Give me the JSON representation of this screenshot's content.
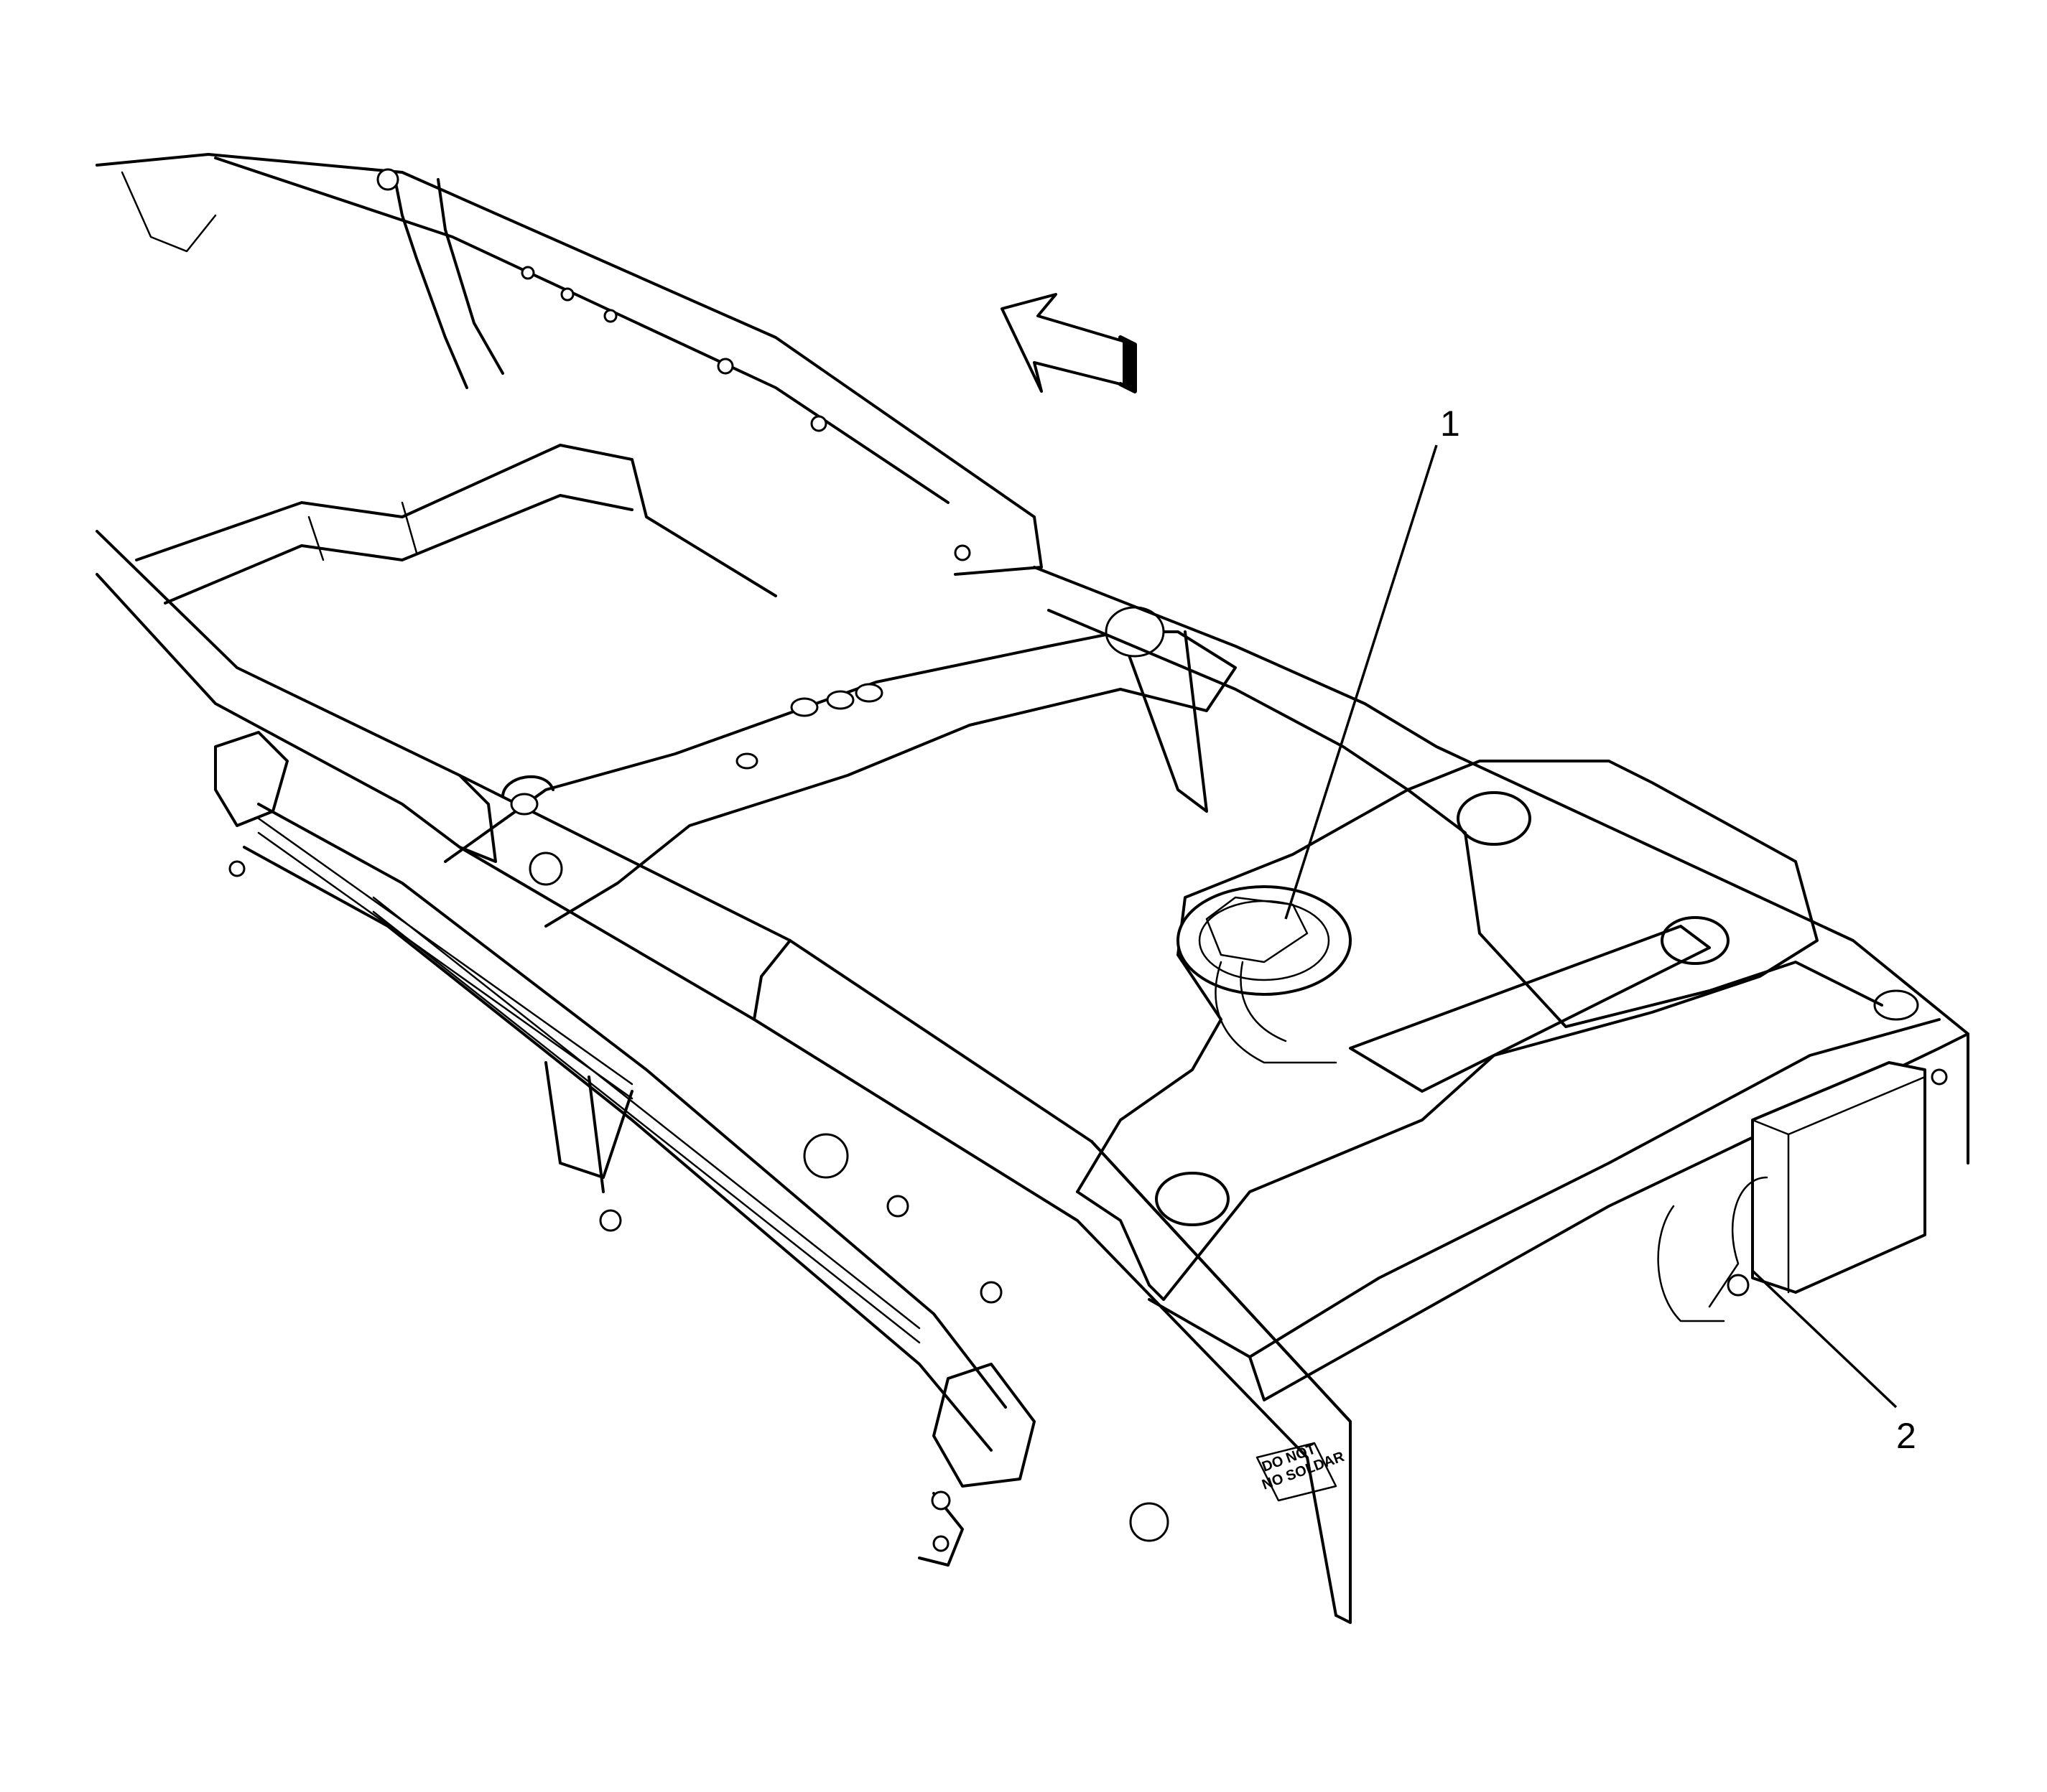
{
  "callouts": [
    {
      "id": "1",
      "label": "1"
    },
    {
      "id": "2",
      "label": "2"
    }
  ],
  "frame_stamp": {
    "line1": "DO NOT",
    "line2": "NO SOLDAR"
  },
  "direction_arrow": "forward-arrow-icon",
  "colors": {
    "line": "#000000",
    "background": "#ffffff"
  }
}
